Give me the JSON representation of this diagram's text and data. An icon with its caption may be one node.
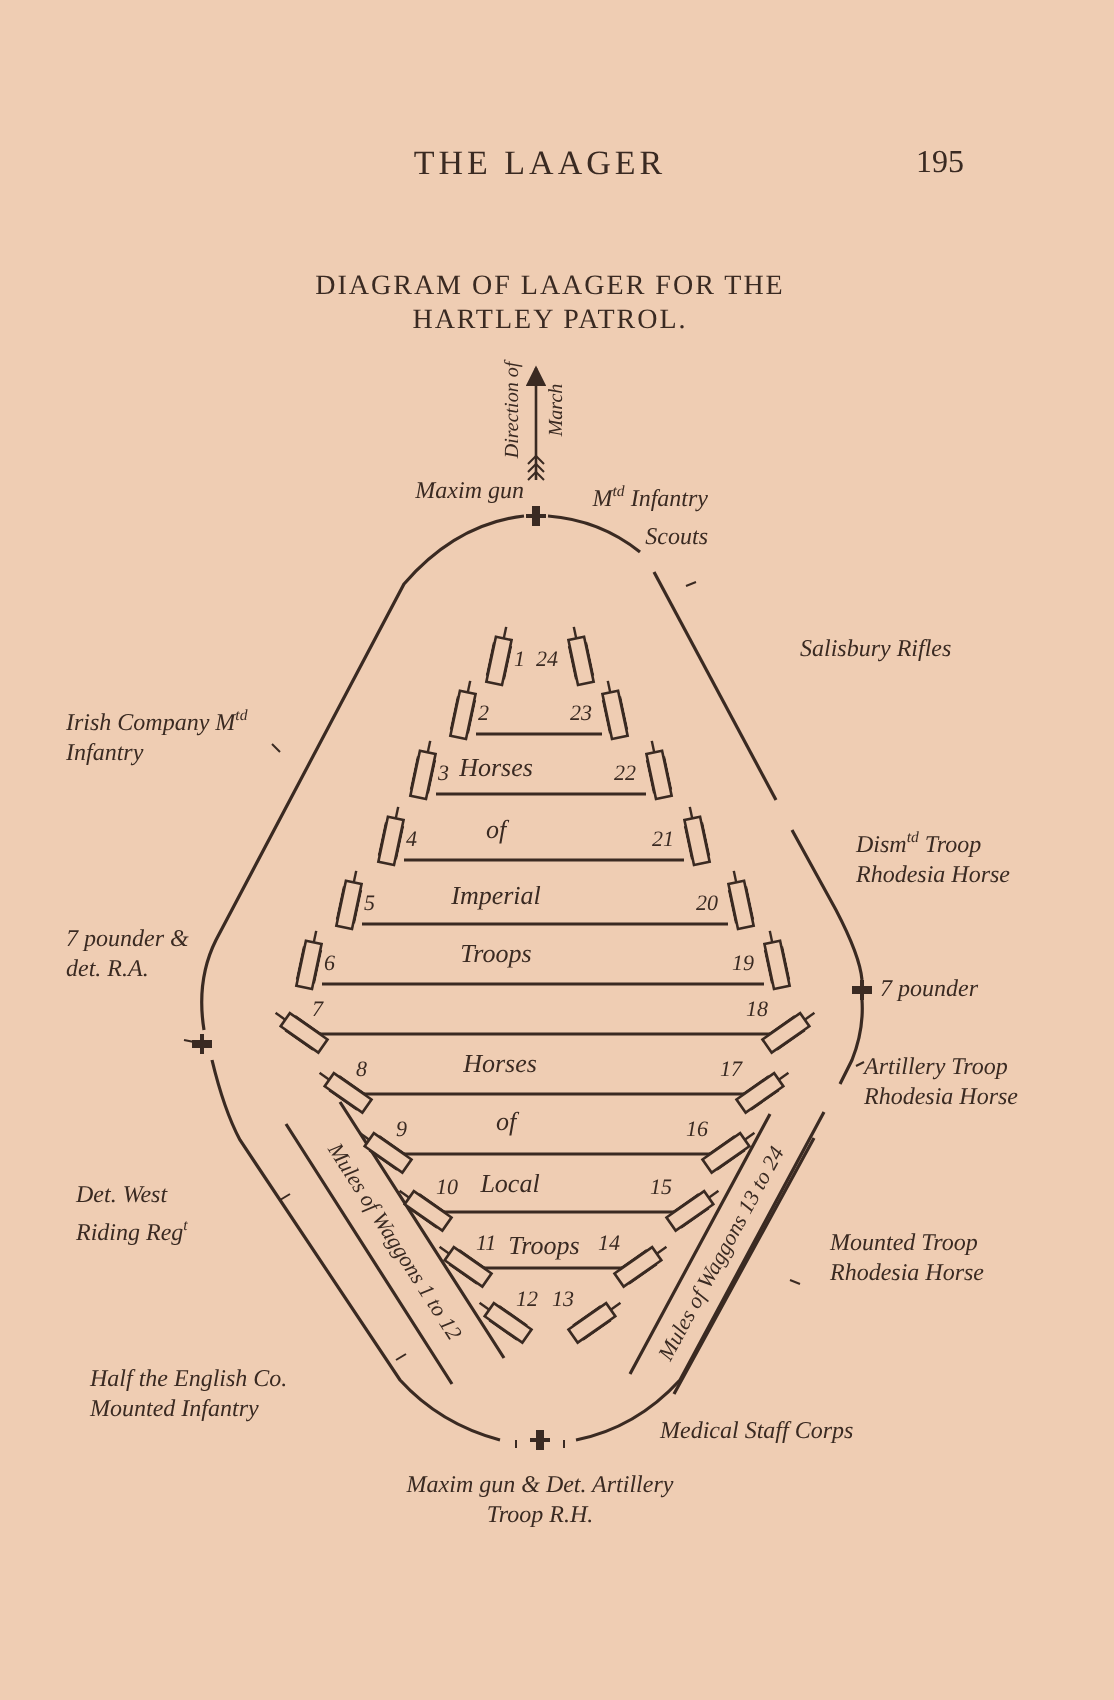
{
  "diagram": {
    "title": "DIAGRAM OF LAAGER FOR THE HARTLEY PATROL.",
    "nodes": [
      {
        "text": [],
        "shape": "box",
        "beside": [
          "1"
        ]
      },
      {
        "text": [],
        "shape": "box",
        "beside": [
          "24"
        ]
      },
      {
        "text": [],
        "shape": "box",
        "beside": [
          "2"
        ]
      },
      {
        "text": [],
        "shape": "box",
        "beside": [
          "23"
        ]
      },
      {
        "text": [],
        "shape": "box",
        "beside": [
          "3"
        ]
      },
      {
        "text": [],
        "shape": "box",
        "beside": [
          "22"
        ]
      },
      {
        "text": [],
        "shape": "box",
        "beside": [
          "4"
        ]
      },
      {
        "text": [],
        "shape": "box",
        "beside": [
          "21"
        ]
      },
      {
        "text": [],
        "shape": "box",
        "beside": [
          "5"
        ]
      },
      {
        "text": [],
        "shape": "box",
        "beside": [
          "20"
        ]
      },
      {
        "text": [],
        "shape": "box",
        "beside": [
          "6"
        ]
      },
      {
        "text": [],
        "shape": "box",
        "beside": [
          "19"
        ]
      },
      {
        "text": [],
        "shape": "box",
        "beside": [
          "7"
        ]
      },
      {
        "text": [],
        "shape": "box",
        "beside": [
          "18"
        ]
      },
      {
        "text": [],
        "shape": "box",
        "beside": [
          "8"
        ]
      },
      {
        "text": [],
        "shape": "box",
        "beside": [
          "17"
        ]
      },
      {
        "text": [],
        "shape": "box",
        "beside": [
          "9"
        ]
      },
      {
        "text": [],
        "shape": "box",
        "beside": [
          "16"
        ]
      },
      {
        "text": [],
        "shape": "box",
        "beside": [
          "10"
        ]
      },
      {
        "text": [],
        "shape": "box",
        "beside": [
          "15"
        ]
      },
      {
        "text": [],
        "shape": "box",
        "beside": [
          "11"
        ]
      },
      {
        "text": [],
        "shape": "box",
        "beside": [
          "14"
        ]
      },
      {
        "text": [],
        "shape": "box",
        "beside": [
          "12"
        ]
      },
      {
        "text": [],
        "shape": "box",
        "beside": [
          "13"
        ]
      }
    ],
    "edges": [
      {
        "from": 2,
        "to": 3,
        "arrow": "none"
      },
      {
        "from": 4,
        "to": 5,
        "arrow": "none"
      },
      {
        "from": 6,
        "to": 7,
        "arrow": "none"
      },
      {
        "from": 8,
        "to": 9,
        "arrow": "none"
      },
      {
        "from": 10,
        "to": 11,
        "arrow": "none"
      },
      {
        "from": 12,
        "to": 13,
        "arrow": "none"
      },
      {
        "from": 14,
        "to": 15,
        "arrow": "none"
      },
      {
        "from": 16,
        "to": 17,
        "arrow": "none"
      },
      {
        "from": 18,
        "to": 19,
        "arrow": "none"
      },
      {
        "from": 20,
        "to": 21,
        "arrow": "none"
      }
    ],
    "labels": [
      "THE LAAGER",
      "195",
      "Direction of March",
      "Maxim gun",
      "M$^{td}$ Infantry Scouts",
      "Salisbury Rifles",
      "Irish Company M$^{td}$ Infantry",
      "Horses",
      "of",
      "Dism$^{td}$ Troop Rhodesia Horse",
      "Imperial",
      "7 pounder & det. R.A.",
      "Troops",
      "7 pounder",
      "Horses",
      "Artillery Troop Rhodesia Horse",
      "of",
      "Local",
      "Det. West Riding Reg$^{t}$",
      "Troops",
      "Mounted Troop Rhodesia Horse",
      "Mules of Waggons 1 to 12",
      "Mules of Waggons 13 to 24",
      "Half the English Co. Mounted Infantry",
      "Medical Staff Corps",
      "Maxim gun & Det. Artillery Troop R.H."
    ]
  }
}
